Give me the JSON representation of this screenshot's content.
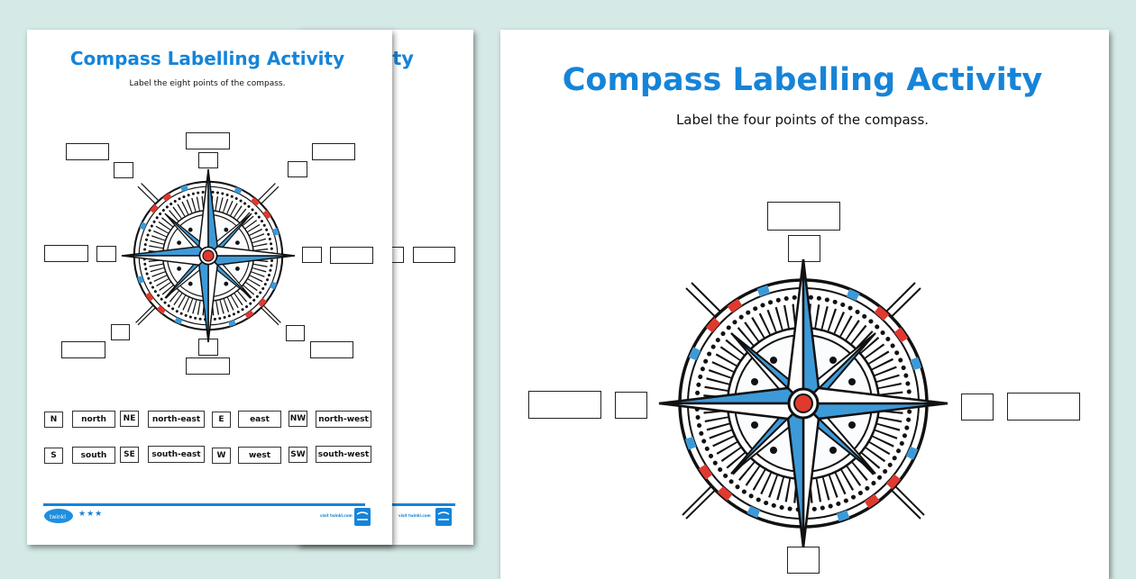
{
  "background_color": "#d5eae7",
  "accent_color": "#1584d8",
  "compass_colors": {
    "blue": "#3d9ad8",
    "red": "#e03a30",
    "ink": "#111111"
  },
  "back_sheet": {
    "title_fragment": "ity",
    "footer_url": "visit twinkl.com"
  },
  "front_left_sheet": {
    "title": "Compass Labelling Activity",
    "subtitle": "Label the eight points of the compass.",
    "word_bank": {
      "row1": [
        {
          "abbr": "N",
          "word": "north"
        },
        {
          "abbr": "NE",
          "word": "north-east"
        },
        {
          "abbr": "E",
          "word": "east"
        },
        {
          "abbr": "NW",
          "word": "north-west"
        }
      ],
      "row2": [
        {
          "abbr": "S",
          "word": "south"
        },
        {
          "abbr": "SE",
          "word": "south-east"
        },
        {
          "abbr": "W",
          "word": "west"
        },
        {
          "abbr": "SW",
          "word": "south-west"
        }
      ]
    },
    "footer_url": "visit twinkl.com",
    "footer_stars": "★★★"
  },
  "right_sheet": {
    "title": "Compass Labelling Activity",
    "subtitle": "Label the four points of the compass."
  }
}
